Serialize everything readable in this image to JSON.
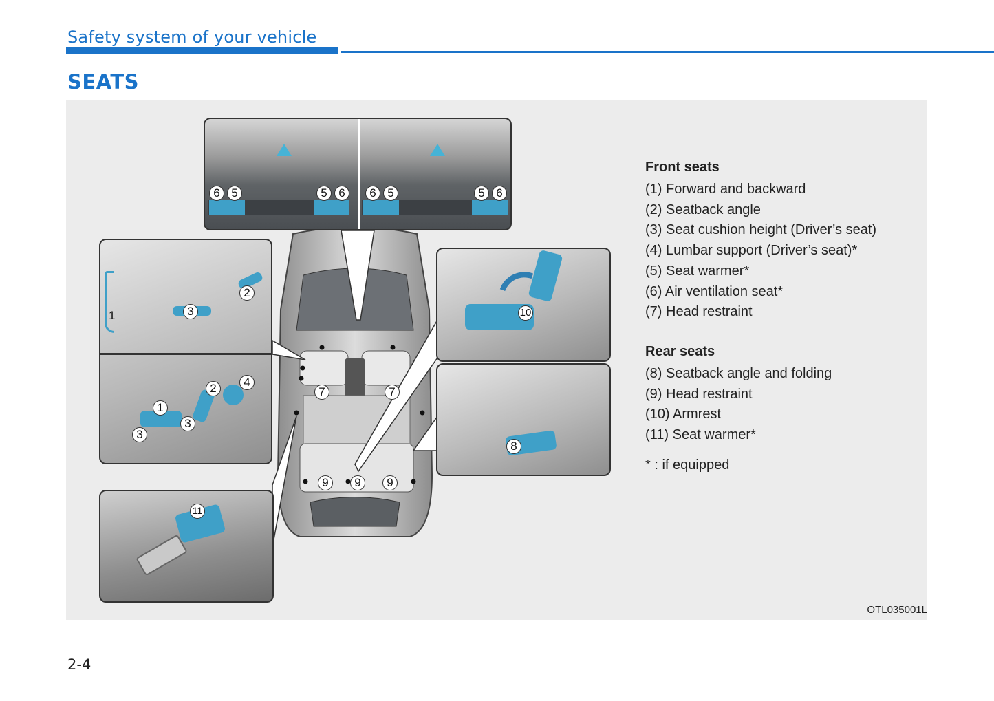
{
  "header": {
    "chapter_title": "Safety system of your vehicle"
  },
  "section": {
    "title": "SEATS"
  },
  "figure": {
    "code": "OTL035001L",
    "callouts": [
      "1",
      "2",
      "3",
      "4",
      "5",
      "6",
      "7",
      "8",
      "9",
      "10",
      "11"
    ]
  },
  "legend": {
    "front": {
      "heading": "Front seats",
      "items": [
        "(1) Forward and backward",
        "(2) Seatback angle",
        "(3) Seat cushion height (Driver’s seat)",
        "(4) Lumbar support (Driver’s seat)*",
        "(5) Seat warmer*",
        "(6) Air ventilation seat*",
        "(7) Head restraint"
      ]
    },
    "rear": {
      "heading": "Rear seats",
      "items": [
        "(8) Seatback angle and folding",
        "(9) Head restraint",
        "(10) Armrest",
        "(11) Seat warmer*"
      ]
    },
    "note": "* : if equipped"
  },
  "footer": {
    "page_number": "2-4"
  },
  "colors": {
    "accent": "#1a73c9",
    "panel": "#ececec",
    "highlight": "#3fa0c8"
  }
}
